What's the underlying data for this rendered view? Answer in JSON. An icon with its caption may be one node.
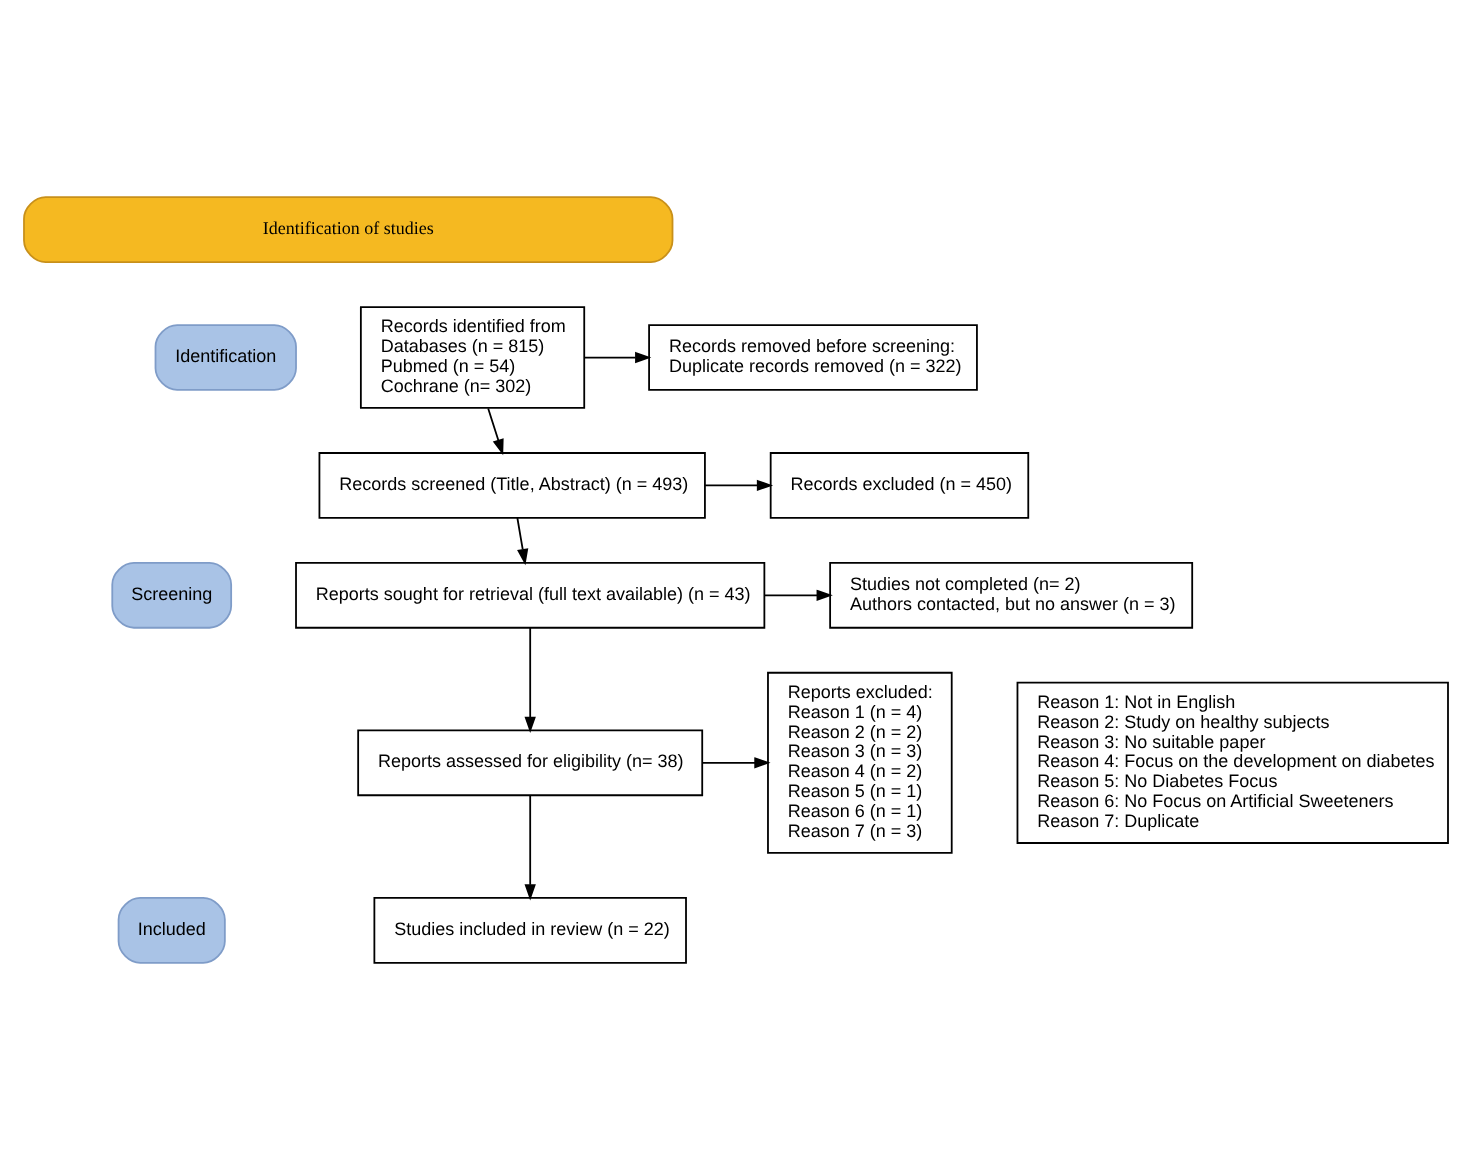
{
  "diagram": {
    "nodes": [
      {
        "text": [
          "Identification of studies"
        ]
      },
      {
        "text": [
          "Identification"
        ]
      },
      {
        "text": [
          "Screening"
        ]
      },
      {
        "text": [
          "Included"
        ]
      },
      {
        "text": [
          "Records identified from",
          "Databases (n = 815)",
          "Pubmed (n = 54)",
          "Cochrane (n= 302)"
        ]
      },
      {
        "text": [
          "Records removed before screening:",
          "Duplicate records removed (n = 322)"
        ]
      },
      {
        "text": [
          "Records screened (Title, Abstract) (n = 493)"
        ]
      },
      {
        "text": [
          "Records excluded (n = 450)"
        ]
      },
      {
        "text": [
          "Reports sought for retrieval (full text available) (n = 43)"
        ]
      },
      {
        "text": [
          "Studies not completed (n= 2)",
          "Authors contacted, but no answer (n = 3)"
        ]
      },
      {
        "text": [
          "Reports assessed for eligibility (n= 38)"
        ]
      },
      {
        "text": [
          "Reports excluded:",
          "Reason 1 (n = 4)",
          "Reason 2 (n = 2)",
          "Reason 3 (n = 3)",
          "Reason 4 (n = 2)",
          "Reason 5 (n = 1)",
          "Reason 6 (n = 1)",
          "Reason 7 (n = 3)"
        ]
      },
      {
        "text": [
          "Studies included in review (n = 22)"
        ]
      },
      {
        "text": [
          "Reason 1: Not in English",
          "Reason 2: Study on healthy subjects",
          "Reason 3: No suitable paper",
          "Reason 4: Focus on the development on diabetes",
          "Reason 5: No Diabetes Focus",
          "Reason 6: No Focus on Artificial Sweeteners",
          "Reason 7: Duplicate"
        ]
      }
    ],
    "edges": [
      {
        "from": 4,
        "to": 5,
        "arrow": "to"
      },
      {
        "from": 4,
        "to": 6,
        "arrow": "to"
      },
      {
        "from": 6,
        "to": 7,
        "arrow": "to"
      },
      {
        "from": 6,
        "to": 8,
        "arrow": "to"
      },
      {
        "from": 8,
        "to": 9,
        "arrow": "to"
      },
      {
        "from": 8,
        "to": 10,
        "arrow": "to"
      },
      {
        "from": 10,
        "to": 11,
        "arrow": "to"
      },
      {
        "from": 10,
        "to": 12,
        "arrow": "to"
      }
    ]
  }
}
